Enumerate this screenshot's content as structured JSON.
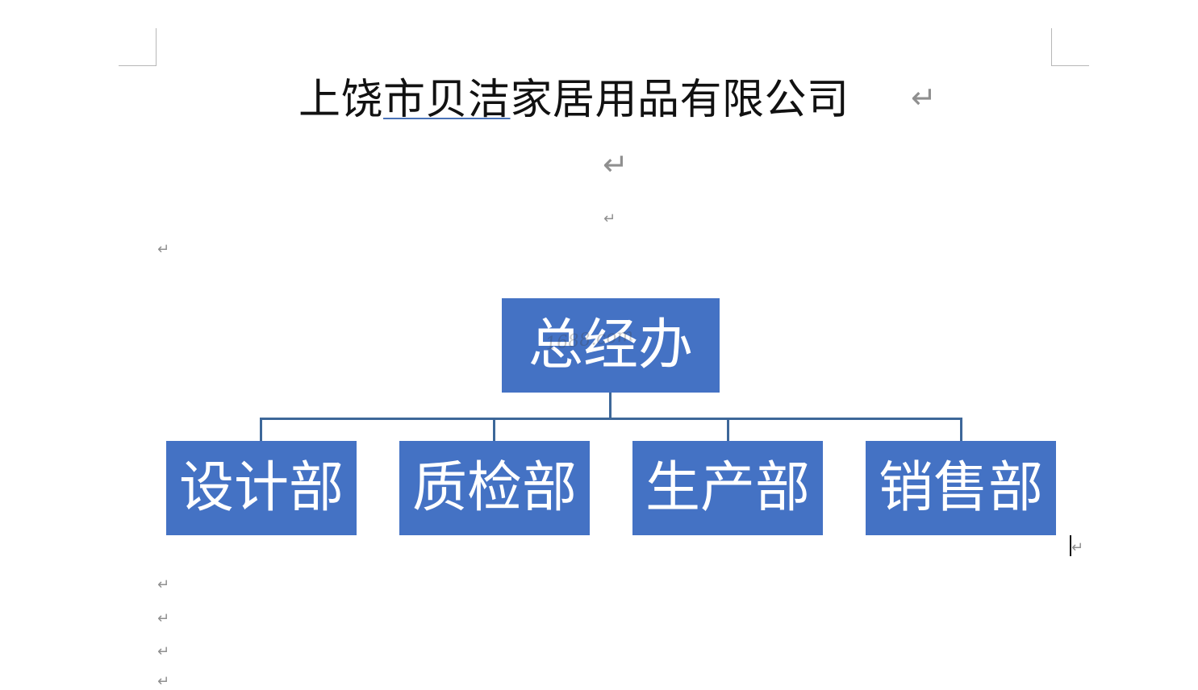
{
  "document": {
    "title_part1": "上饶",
    "title_underlined": "市贝洁",
    "title_part2": "家居用品有限公司",
    "paragraph_mark": "↵"
  },
  "org_chart": {
    "top": "总经办",
    "departments": [
      "设计部",
      "质检部",
      "生产部",
      "销售部"
    ],
    "watermark": "1688.com",
    "box_color": "#4472c4",
    "connector_color": "#3d6799"
  }
}
